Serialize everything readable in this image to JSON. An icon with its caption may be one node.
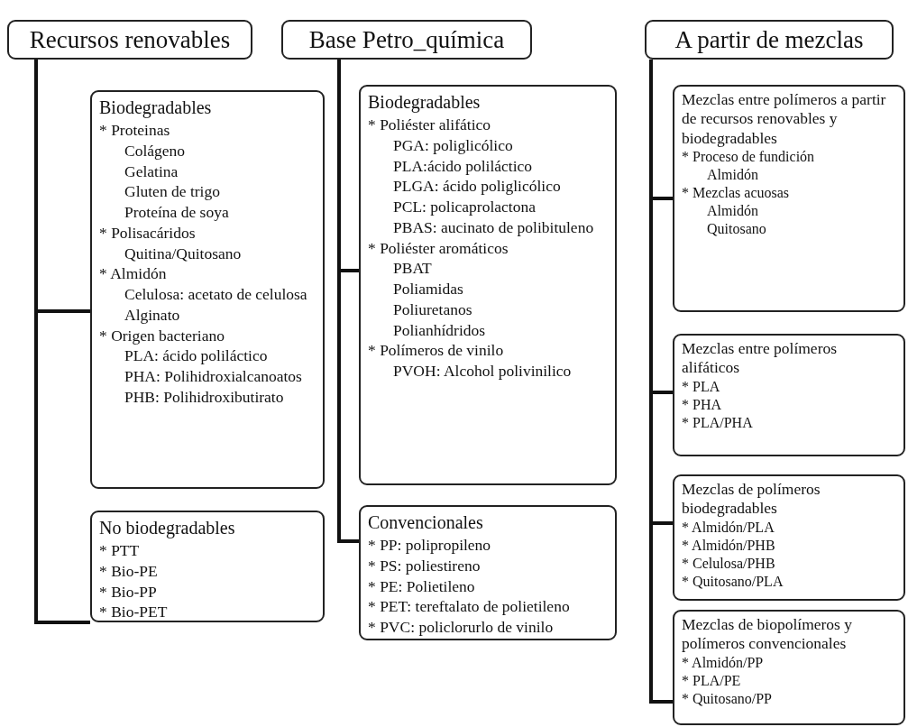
{
  "diagram": {
    "nodes": [
      {
        "text": [
          "Recursos renovables"
        ]
      },
      {
        "text": [
          "Biodegradables",
          "* Proteinas",
          "Colágeno",
          "Gelatina",
          "Gluten de trigo",
          "Proteína de soya",
          "* Polisacáridos",
          "Quitina/Quitosano",
          "* Almidón",
          "Celulosa: acetato de celulosa",
          "Alginato",
          "* Origen bacteriano",
          "PLA: ácido poliláctico",
          "PHA: Polihidroxialcanoatos",
          "PHB: Polihidroxibutirato"
        ]
      },
      {
        "text": [
          "No biodegradables",
          "* PTT",
          "* Bio-PE",
          "* Bio-PP",
          "* Bio-PET"
        ]
      },
      {
        "text": [
          "Base Petro_química"
        ]
      },
      {
        "text": [
          "Biodegradables",
          "* Poliéster alifático",
          "PGA: poliglicólico",
          "PLA:ácido poliláctico",
          "PLGA: ácido poliglicólico",
          "PCL: policaprolactona",
          "PBAS: aucinato de polibituleno",
          "* Poliéster aromáticos",
          "PBAT",
          "Poliamidas",
          "Poliuretanos",
          "Polianhídridos",
          "* Polímeros de vinilo",
          "PVOH: Alcohol polivinilico"
        ]
      },
      {
        "text": [
          "Convencionales",
          "* PP: polipropileno",
          "* PS: poliestireno",
          "* PE: Polietileno",
          "* PET: tereftalato de polietileno",
          "* PVC: policlorurlo de vinilo"
        ]
      },
      {
        "text": [
          "A partir de mezclas"
        ]
      },
      {
        "text": [
          "Mezclas entre polímeros a partir de recursos renovables y biodegradables",
          "* Proceso de fundición",
          "Almidón",
          "* Mezclas acuosas",
          "Almidón",
          "Quitosano"
        ]
      },
      {
        "text": [
          "Mezclas entre polímeros alifáticos",
          "* PLA",
          "* PHA",
          "* PLA/PHA"
        ]
      },
      {
        "text": [
          "Mezclas de polímeros biodegradables",
          "* Almidón/PLA",
          "* Almidón/PHB",
          "* Celulosa/PHB",
          "* Quitosano/PLA"
        ]
      },
      {
        "text": [
          "Mezclas de biopolímeros y polímeros convencionales",
          "* Almidón/PP",
          "* PLA/PE",
          "* Quitosano/PP"
        ]
      }
    ],
    "edges": [
      {
        "from": 0,
        "to": 1,
        "arrow": "none"
      },
      {
        "from": 0,
        "to": 2,
        "arrow": "none"
      },
      {
        "from": 3,
        "to": 4,
        "arrow": "none"
      },
      {
        "from": 3,
        "to": 5,
        "arrow": "none"
      },
      {
        "from": 6,
        "to": 7,
        "arrow": "none"
      },
      {
        "from": 6,
        "to": 8,
        "arrow": "none"
      },
      {
        "from": 6,
        "to": 9,
        "arrow": "none"
      },
      {
        "from": 6,
        "to": 10,
        "arrow": "none"
      }
    ]
  }
}
